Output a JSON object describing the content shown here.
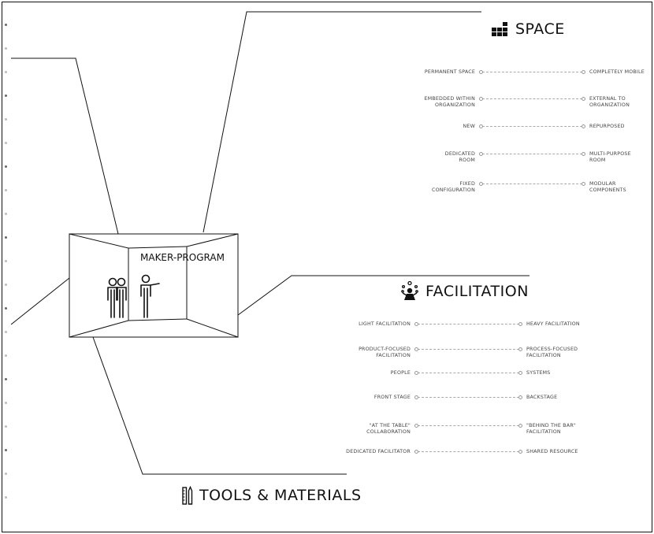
{
  "program": {
    "title": "MAKER-PROGRAM"
  },
  "space": {
    "title": "SPACE",
    "icon": "grid-blocks-icon",
    "rows": [
      {
        "left": "PERMANENT SPACE",
        "right": "COMPLETELY MOBILE"
      },
      {
        "left": "EMBEDDED WITHIN\nORGANIZATION",
        "right": "EXTERNAL TO\nORGANIZATION"
      },
      {
        "left": "NEW",
        "right": "REPURPOSED"
      },
      {
        "left": "DEDICATED\nROOM",
        "right": "MULTI-PURPOSE\nROOM"
      },
      {
        "left": "FIXED\nCONFIGURATION",
        "right": "MODULAR\nCOMPONENTS"
      }
    ]
  },
  "facilitation": {
    "title": "FACILITATION",
    "icon": "juggler-icon",
    "rows": [
      {
        "left": "LIGHT FACILITATION",
        "right": "HEAVY FACILITATION"
      },
      {
        "left": "PRODUCT-FOCUSED\nFACILITATION",
        "right": "PROCESS-FOCUSED\nFACILITATION"
      },
      {
        "left": "PEOPLE",
        "right": "SYSTEMS"
      },
      {
        "left": "FRONT STAGE",
        "right": "BACKSTAGE"
      },
      {
        "left": "\"AT THE TABLE\"\nCOLLABORATION",
        "right": "\"BEHIND THE BAR\"\nFACILITATION"
      },
      {
        "left": "DEDICATED FACILITATOR",
        "right": "SHARED RESOURCE"
      }
    ]
  },
  "tools": {
    "title": "TOOLS & MATERIALS",
    "icon": "ruler-pencil-icon"
  },
  "colors": {
    "ink": "#111111",
    "muted": "#444444",
    "dash": "#aaaaaa"
  }
}
